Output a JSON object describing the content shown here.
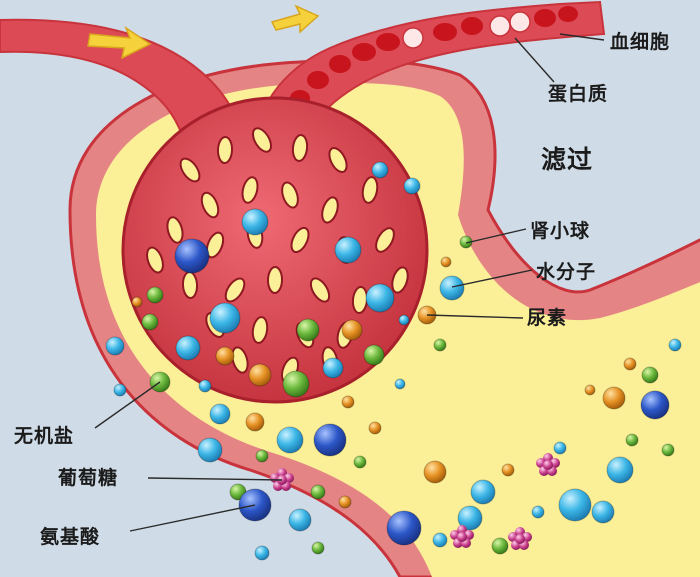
{
  "labels": {
    "blood_cell": "血细胞",
    "protein": "蛋白质",
    "filtration": "滤过",
    "glomerulus": "肾小球",
    "water": "水分子",
    "urea": "尿素",
    "inorganic_salt": "无机盐",
    "glucose": "葡萄糖",
    "amino_acid": "氨基酸"
  },
  "colors": {
    "background": "#cfdbe6",
    "capsule_wall": "#e58485",
    "capsule_outline": "#c9343c",
    "filtrate": "#fbef97",
    "vessel": "#dc4a55",
    "blood_cell": "#c8141c",
    "water_molecule": "#3bb6e6",
    "urea": "#e69224",
    "inorganic_salt": "#6ab83c",
    "amino_acid": "#2c57c8",
    "glucose": "#c83f8c",
    "arrow": "#f5d23c"
  }
}
